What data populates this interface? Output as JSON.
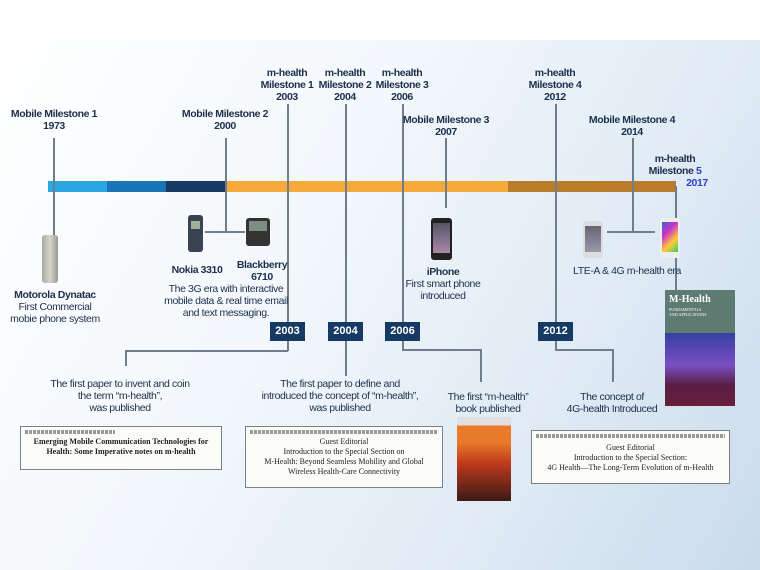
{
  "milestones": {
    "mm1": {
      "title": "Mobile Milestone 1",
      "year": "1973",
      "device": "Motorola Dynatac",
      "desc1": "First Commercial",
      "desc2": "mobie phone system"
    },
    "mm2": {
      "title": "Mobile Milestone 2",
      "year": "2000",
      "device1": "Nokia 3310",
      "device2a": "Blackberry",
      "device2b": "6710",
      "desc1": "The 3G era with interactive",
      "desc2": "mobile data & real time email",
      "desc3": "and text messaging."
    },
    "mm3": {
      "title": "Mobile Milestone 3",
      "year": "2007",
      "device": "iPhone",
      "desc1": "First smart phone",
      "desc2": "introduced"
    },
    "mm4": {
      "title": "Mobile Milestone 4",
      "year": "2014",
      "desc": "LTE-A & 4G m-health era"
    },
    "mh1": {
      "l1": "m-health",
      "l2": "Milestone 1",
      "year": "2003",
      "badge": "2003",
      "desc1": "The first paper to invent and coin",
      "desc2": "the term “m-health”,",
      "desc3": "was published"
    },
    "mh2": {
      "l1": "m-health",
      "l2": "Milestone 2",
      "year": "2004",
      "badge": "2004",
      "desc1": "The first paper to define and",
      "desc2": "introduced the concept of “m-health”,",
      "desc3": "was published"
    },
    "mh3": {
      "l1": "m-health",
      "l2": "Milestone 3",
      "year": "2006",
      "badge": "2006",
      "desc1": "The first “m-health”",
      "desc2": "book published"
    },
    "mh4": {
      "l1": "m-health",
      "l2": "Milestone 4",
      "year": "2012",
      "badge": "2012",
      "desc1": "The concept of",
      "desc2": "4G-health Introduced"
    },
    "mh5": {
      "l1": "m-health",
      "l2": "Milestone",
      "num": "5",
      "year": "2017"
    }
  },
  "papers": {
    "p1": {
      "l1": "Emerging Mobile Communication Technologies for",
      "l2": "Health: Some Imperative notes on m-health"
    },
    "p2": {
      "l1": "Guest Editorial",
      "l2": "Introduction to the Special Section on",
      "l3": "M-Health: Beyond Seamless Mobility and Global",
      "l4": "Wireless Health-Care Connectivity"
    },
    "p3": {
      "l1": "Guest Editorial",
      "l2": "Introduction to the Special Section:",
      "l3": "4G Health—The Long-Term Evolution of m-Health"
    }
  },
  "book": {
    "title": "M-Health",
    "subtitle1": "FUNDAMENTALS",
    "subtitle2": "AND APPLICATIONS"
  },
  "colors": {
    "seg1": "#2aa6e0",
    "seg2": "#1b74b8",
    "seg3": "#163a63",
    "seg4": "#f6aa3c",
    "seg5": "#b97c2c"
  }
}
